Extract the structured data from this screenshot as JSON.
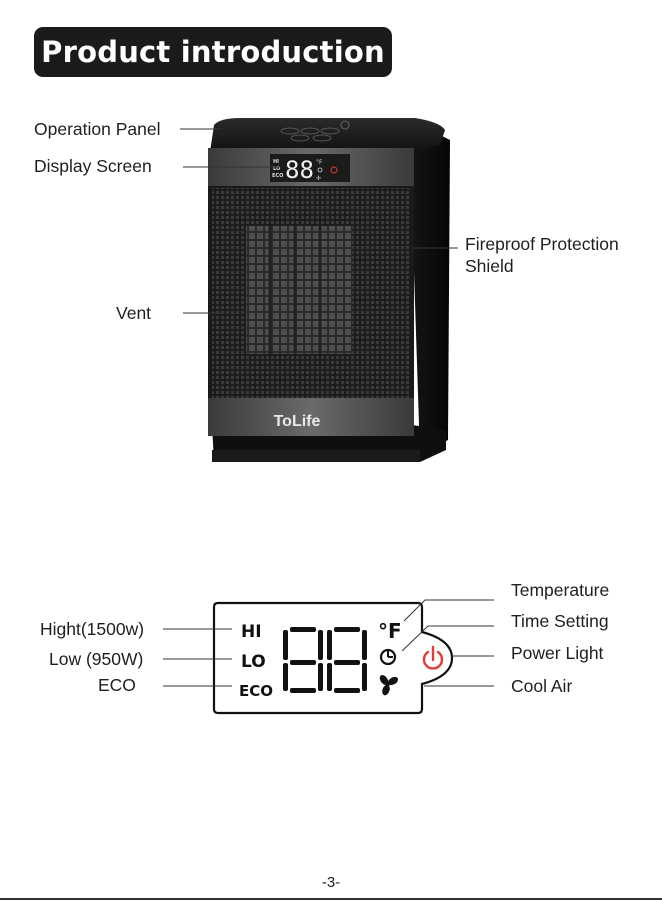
{
  "header": {
    "title": "Product introduction"
  },
  "heater": {
    "brand": "ToLife",
    "display_digits": "88",
    "indicators": [
      "HI",
      "LO",
      "ECO"
    ],
    "unit": "°F"
  },
  "callouts_top": {
    "operation_panel": "Operation Panel",
    "display_screen": "Display Screen",
    "vent": "Vent",
    "fireproof_line1": "Fireproof Protection",
    "fireproof_line2": "Shield"
  },
  "panel": {
    "indicators": {
      "hi": "HI",
      "lo": "LO",
      "eco": "ECO"
    },
    "digits": "88",
    "unit": "°F",
    "labels_left": {
      "hight": "Hight(1500w)",
      "low": "Low (950W)",
      "eco": "ECO"
    },
    "labels_right": {
      "temperature": "Temperature",
      "time_setting": "Time Setting",
      "power_light": "Power Light",
      "cool_air": "Cool Air"
    },
    "colors": {
      "power": "#e53935",
      "ink": "#111111"
    }
  },
  "footer": {
    "page_number": "-3-"
  }
}
